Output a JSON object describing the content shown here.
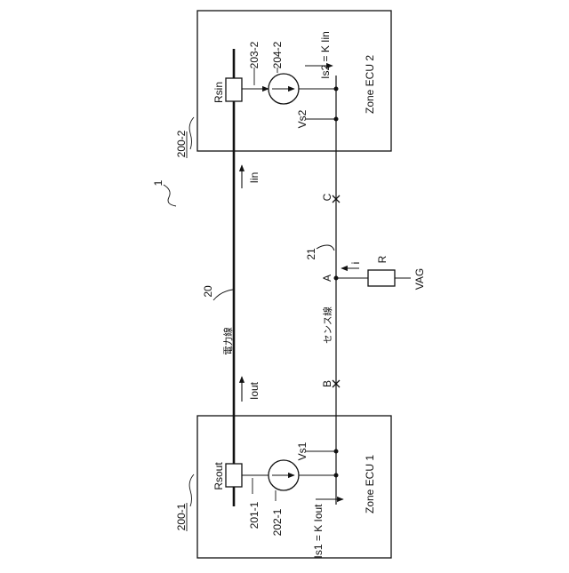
{
  "figure_number": "1",
  "zone_ecu_2": {
    "box_ref": "200-2",
    "title": "Zone ECU 2",
    "resistor": "Rsin",
    "resistor_ref": "203-2",
    "source_ref": "204-2",
    "current_eq": "Is2 = K Iin",
    "voltage": "Vs2"
  },
  "zone_ecu_1": {
    "box_ref": "200-1",
    "title": "Zone ECU 1",
    "resistor": "Rsout",
    "resistor_ref": "201-1",
    "source_ref": "202-1",
    "current_eq": "Is1 = K Iout",
    "voltage": "Vs1"
  },
  "power_line": {
    "ref": "20",
    "label": "電力線",
    "current_in": "Iin",
    "current_out": "Iout"
  },
  "sense_line": {
    "ref": "21",
    "label": "センス線",
    "point_a": "A",
    "point_b": "B",
    "point_c": "C"
  },
  "fault": {
    "current": "i",
    "resistor": "R",
    "source": "VAG"
  }
}
